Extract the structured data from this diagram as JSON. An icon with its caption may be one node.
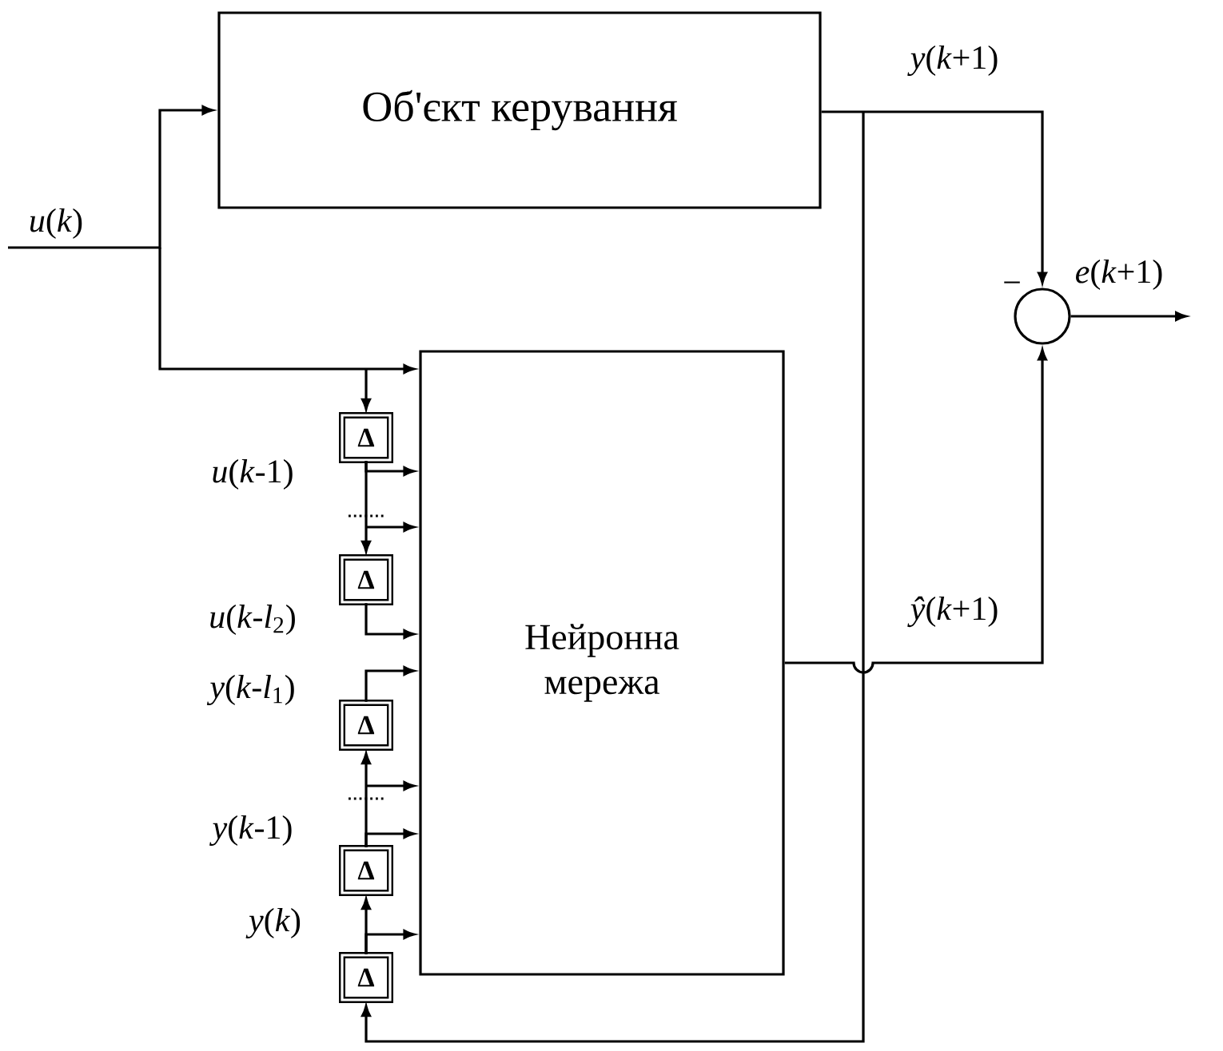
{
  "diagram": {
    "nodes": [
      {
        "text": [
          "Об'єкт  керування"
        ]
      },
      {
        "text": [
          "Нейронна мережа"
        ]
      },
      {
        "text": [],
        "shape": "circle"
      },
      {
        "text": [
          "Δ"
        ]
      },
      {
        "text": [
          "Δ"
        ]
      },
      {
        "text": [
          "Δ"
        ]
      },
      {
        "text": [
          "Δ"
        ]
      },
      {
        "text": [
          "Δ"
        ]
      }
    ],
    "edges": [
      {
        "from": null,
        "to": 0,
        "arrow": "to"
      },
      {
        "from": null,
        "to": 1,
        "arrow": "to"
      },
      {
        "from": null,
        "to": 3,
        "arrow": "to"
      },
      {
        "from": 3,
        "to": 1,
        "arrow": "to"
      },
      {
        "from": 3,
        "to": 4,
        "arrow": "to"
      },
      {
        "from": null,
        "to": 1,
        "arrow": "to"
      },
      {
        "from": 4,
        "to": 1,
        "arrow": "to"
      },
      {
        "from": 5,
        "to": 1,
        "arrow": "to"
      },
      {
        "from": 6,
        "to": 5,
        "arrow": "to"
      },
      {
        "from": null,
        "to": 1,
        "arrow": "to"
      },
      {
        "from": 6,
        "to": 1,
        "arrow": "to"
      },
      {
        "from": 7,
        "to": 6,
        "arrow": "to"
      },
      {
        "from": 7,
        "to": 1,
        "arrow": "to"
      },
      {
        "from": 0,
        "to": 7,
        "arrow": "to"
      },
      {
        "from": 0,
        "to": 2,
        "arrow": "to"
      },
      {
        "from": 1,
        "to": 2,
        "arrow": "to"
      },
      {
        "from": 2,
        "to": null,
        "arrow": "to"
      }
    ],
    "labels": [
      "*y*(*k*+1)",
      "*u*(*k*)",
      "−",
      "*e*(*k*+1)",
      "*u*(*k*-1)",
      "*ŷ*(*k*+1)",
      "*u*(*k*-*l*$_{2}$)",
      "*y*(*k*-*l*$_{1}$)",
      "*y*(*k*-1)",
      "*y*(*k*)"
    ]
  }
}
